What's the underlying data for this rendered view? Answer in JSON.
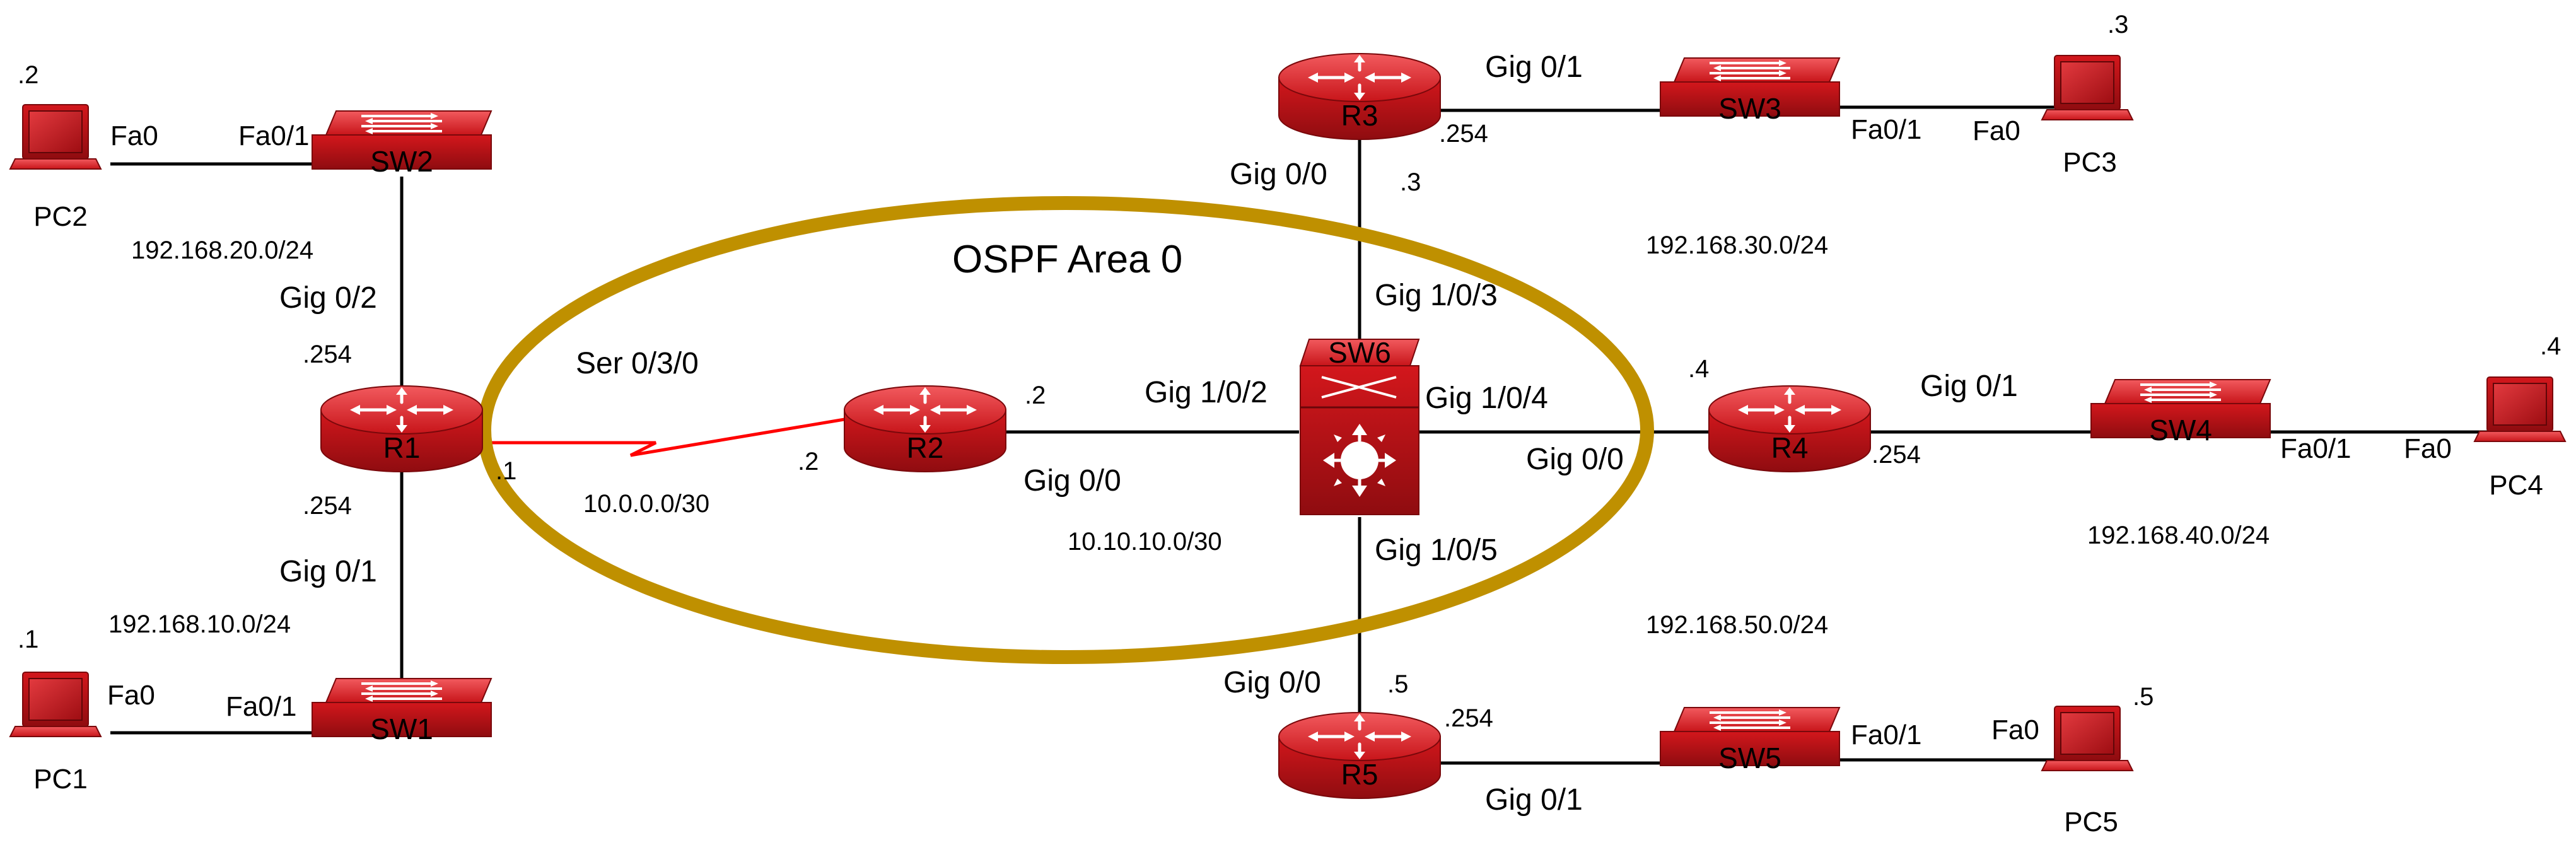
{
  "area_label": "OSPF Area 0",
  "colors": {
    "device": "#d01419",
    "device_dark": "#8c0a0e",
    "area_ring": "#bf9000",
    "serial_link": "#ff0000",
    "link": "#000000"
  },
  "devices": {
    "R1": "R1",
    "R2": "R2",
    "R3": "R3",
    "R4": "R4",
    "R5": "R5",
    "SW1": "SW1",
    "SW2": "SW2",
    "SW3": "SW3",
    "SW4": "SW4",
    "SW5": "SW5",
    "SW6": "SW6",
    "PC1": "PC1",
    "PC2": "PC2",
    "PC3": "PC3",
    "PC4": "PC4",
    "PC5": "PC5"
  },
  "icons": {
    "router": "router-icon",
    "switch": "switch-icon",
    "l3switch": "layer3-switch-icon",
    "pc": "laptop-icon"
  },
  "subnets": {
    "lan20": "192.168.20.0/24",
    "lan10": "192.168.10.0/24",
    "serial": "10.0.0.0/30",
    "core": "10.10.10.0/30",
    "lan30": "192.168.30.0/24",
    "lan40": "192.168.40.0/24",
    "lan50": "192.168.50.0/24"
  },
  "interfaces": {
    "pc2_fa0": "Fa0",
    "sw2_fa01": "Fa0/1",
    "pc1_fa0": "Fa0",
    "sw1_fa01": "Fa0/1",
    "r1_gig02": "Gig 0/2",
    "r1_gig01": "Gig 0/1",
    "r1_ser": "Ser 0/3/0",
    "r2_gig00": "Gig 0/0",
    "sw6_g102": "Gig 1/0/2",
    "sw6_g103": "Gig 1/0/3",
    "sw6_g104": "Gig 1/0/4",
    "sw6_g105": "Gig 1/0/5",
    "r3_gig00": "Gig 0/0",
    "r3_gig01": "Gig 0/1",
    "sw3_fa01": "Fa0/1",
    "pc3_fa0": "Fa0",
    "r4_gig00": "Gig 0/0",
    "r4_gig01": "Gig 0/1",
    "sw4_fa01": "Fa0/1",
    "pc4_fa0": "Fa0",
    "r5_gig00": "Gig 0/0",
    "r5_gig01": "Gig 0/1",
    "sw5_fa01": "Fa0/1",
    "pc5_fa0": "Fa0"
  },
  "hosts": {
    "pc2": ".2",
    "pc1": ".1",
    "pc3": ".3",
    "pc4": ".4",
    "pc5": ".5",
    "r1_g02": ".254",
    "r1_g01": ".254",
    "r1_ser": ".1",
    "r2_ser": ".2",
    "r2_g00": ".2",
    "r3_g00": ".3",
    "r3_g01": ".254",
    "r4_g00": ".4",
    "r4_g01": ".254",
    "r5_g00": ".5",
    "r5_g01": ".254"
  }
}
